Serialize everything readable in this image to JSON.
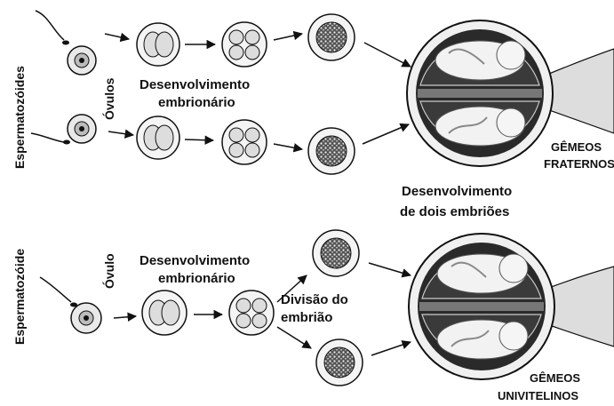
{
  "labels": {
    "espermatozoides": "Espermatozóides",
    "ovulos": "Óvulos",
    "desenvolvimento_top_l1": "Desenvolvimento",
    "desenvolvimento_top_l2": "embrionário",
    "gemeos_fraternos_l1": "GÊMEOS",
    "gemeos_fraternos_l2": "FRATERNOS",
    "dois_embrioes_l1": "Desenvolvimento",
    "dois_embrioes_l2": "de dois embriões",
    "espermatozoide": "Espermatozóide",
    "ovulo": "Óvulo",
    "desenvolvimento_bottom_l1": "Desenvolvimento",
    "desenvolvimento_bottom_l2": "embrionário",
    "divisao_l1": "Divisão do",
    "divisao_l2": "embrião",
    "gemeos_univitelinos_l1": "GÊMEOS",
    "gemeos_univitelinos_l2": "UNIVITELINOS"
  },
  "colors": {
    "ink": "#111111",
    "cell_fill": "#e9e9e9",
    "uterus_dark": "#2a2a2a",
    "fetus": "#f2f2f2"
  }
}
